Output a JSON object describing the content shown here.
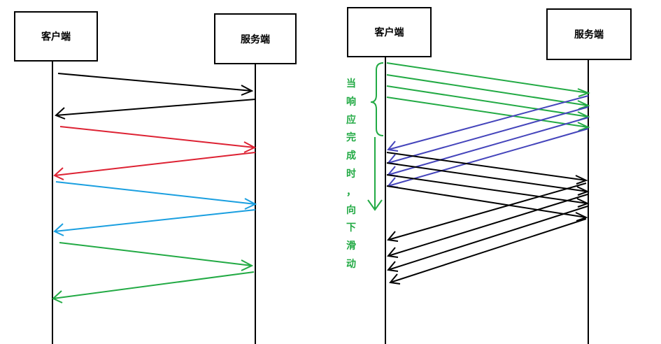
{
  "left_diagram": {
    "client_label": "客户端",
    "server_label": "服务端",
    "messages": [
      {
        "direction": "to-server",
        "color": "#000000"
      },
      {
        "direction": "to-client",
        "color": "#000000"
      },
      {
        "direction": "to-server",
        "color": "#dd2233"
      },
      {
        "direction": "to-client",
        "color": "#dd2233"
      },
      {
        "direction": "to-server",
        "color": "#1a9fe0"
      },
      {
        "direction": "to-client",
        "color": "#1a9fe0"
      },
      {
        "direction": "to-server",
        "color": "#22aa44"
      },
      {
        "direction": "to-client",
        "color": "#22aa44"
      }
    ]
  },
  "right_diagram": {
    "client_label": "客户端",
    "server_label": "服务端",
    "note_chars": [
      "当",
      "响",
      "应",
      "完",
      "成",
      "时",
      "，",
      "向",
      "下",
      "滑",
      "动"
    ],
    "colors": {
      "requests": "#22aa44",
      "responses": "#4444bb",
      "second_window": "#000000",
      "note": "#22aa44"
    }
  }
}
